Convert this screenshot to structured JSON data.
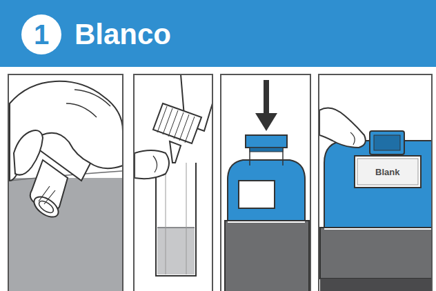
{
  "diagram": {
    "title": "Blanco",
    "labels": [
      "1",
      "Blank"
    ]
  }
}
